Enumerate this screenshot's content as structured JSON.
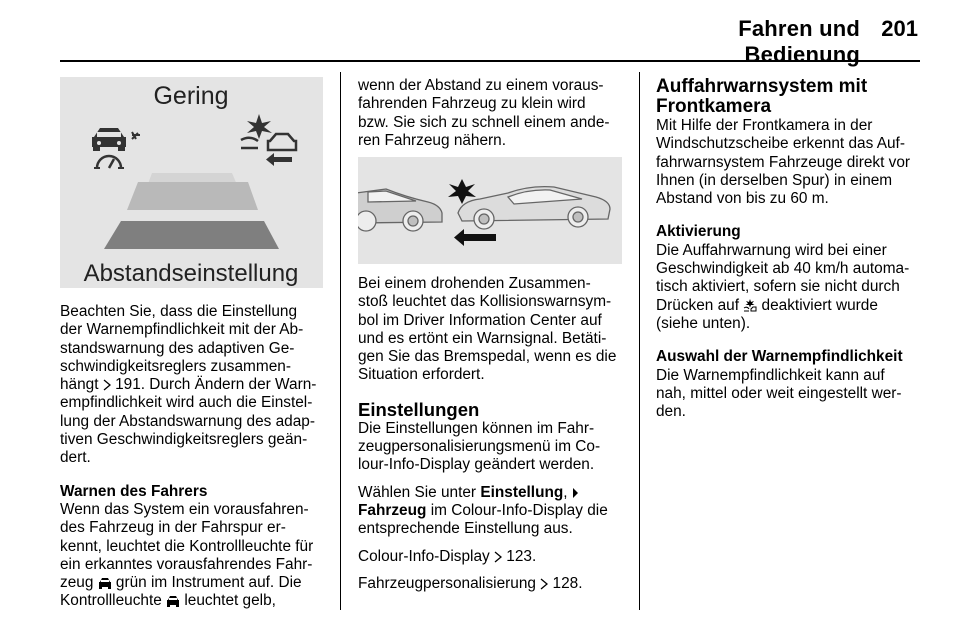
{
  "header": {
    "title": "Fahren und Bedienung",
    "page_number": "201"
  },
  "figure_settings": {
    "top_label": "Gering",
    "bottom_label": "Abstandseinstellung"
  },
  "col1": {
    "p1_lines": [
      "Beachten Sie, dass die Einstellung",
      "der Warnempfindlichkeit mit der Ab-",
      "standswarnung des adaptiven Ge-",
      "schwindigkeitsreglers zusammen-"
    ],
    "p1_line5_pre": "hängt ",
    "p1_line5_post": " 191. Durch Ändern der Warn-",
    "p1_lines_rest": [
      "empfindlichkeit wird auch die Einstel-",
      "lung der Abstandswarnung des adap-",
      "tiven Geschwindigkeitsreglers geän-",
      "dert."
    ],
    "heading": "Warnen des Fahrers",
    "p2_lines": [
      "Wenn das System ein vorausfahren-",
      "des Fahrzeug in der Fahrspur er-",
      "kennt, leuchtet die Kontrollleuchte für",
      "ein erkanntes vorausfahrendes Fahr-"
    ],
    "p2_line5_pre": "zeug ",
    "p2_line5_post": " grün im Instrument auf. Die",
    "p2_line6_pre": "Kontrollleuchte ",
    "p2_line6_post": " leuchtet gelb,"
  },
  "col2": {
    "p1_lines": [
      "wenn der Abstand zu einem voraus-",
      "fahrenden Fahrzeug zu klein wird",
      "bzw. Sie sich zu schnell einem ande-",
      "ren Fahrzeug nähern."
    ],
    "p2_lines": [
      "Bei einem drohenden Zusammen-",
      "stoß leuchtet das Kollisionswarnsym-",
      "bol im Driver Information Center auf",
      "und es ertönt ein Warnsignal. Betäti-",
      "gen Sie das Bremspedal, wenn es die",
      "Situation erfordert."
    ],
    "heading": "Einstellungen",
    "p3_lines": [
      "Die Einstellungen können im Fahr-",
      "zeugpersonalisierungsmenü im Co-",
      "lour-Info-Display geändert werden."
    ],
    "p4_pre": "Wählen Sie unter ",
    "p4_bold1": "Einstellung",
    "p4_sep": ", ",
    "p4_bold2": "Fahrzeug",
    "p4_post": " im Colour-Info-Display die",
    "p4_line3": "entsprechende Einstellung aus.",
    "p5_pre": "Colour-Info-Display ",
    "p5_post": " 123.",
    "p6_pre": "Fahrzeugpersonalisierung ",
    "p6_post": " 128."
  },
  "col3": {
    "heading_line1": "Auffahrwarnsystem mit",
    "heading_line2": "Frontkamera",
    "p1_lines": [
      "Mit Hilfe der Frontkamera in der",
      "Windschutzscheibe erkennt das Auf-",
      "fahrwarnsystem Fahrzeuge direkt vor",
      "Ihnen (in derselben Spur) in einem",
      "Abstand von bis zu 60 m."
    ],
    "heading2": "Aktivierung",
    "p2_lines": [
      "Die Auffahrwarnung wird bei einer",
      "Geschwindigkeit ab 40 km/h automa-",
      "tisch aktiviert, sofern sie nicht durch"
    ],
    "p2_line4_pre": "Drücken auf ",
    "p2_line4_post": " deaktiviert wurde",
    "p2_line5": "(siehe unten).",
    "heading3": "Auswahl der Warnempfindlichkeit",
    "p3_lines": [
      "Die Warnempfindlichkeit kann auf",
      "nah, mittel oder weit eingestellt wer-",
      "den."
    ]
  },
  "icons": {
    "reference": "arrow-reference-icon",
    "vehicle_ahead": "vehicle-ahead-icon",
    "menu_arrow": "menu-arrow-icon",
    "collision_alert": "collision-alert-button-icon"
  },
  "colors": {
    "text": "#000000",
    "figure_bg": "#e4e4e4"
  }
}
